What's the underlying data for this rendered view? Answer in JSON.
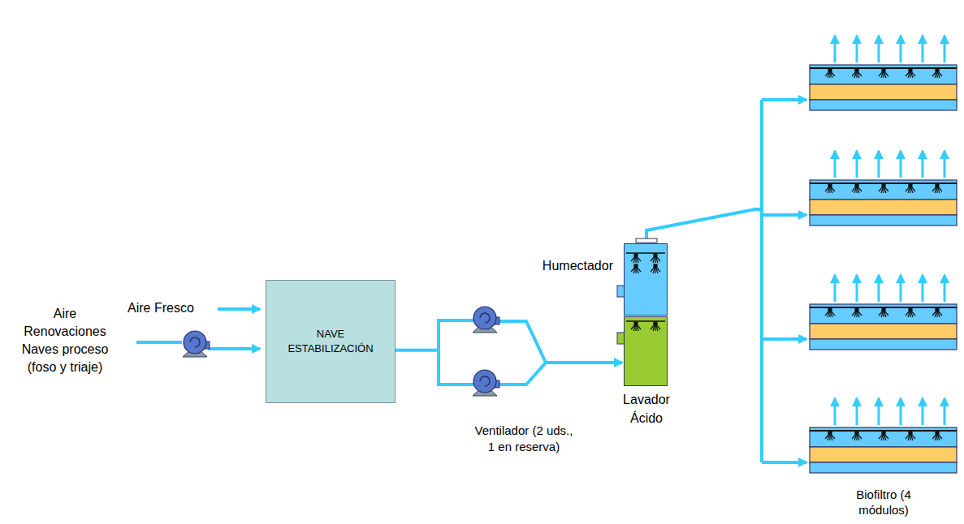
{
  "diagram": {
    "nodes": [
      {
        "text": [
          "NAVE ESTABILIZACIÓN"
        ]
      },
      {
        "text": [
          "Humectador"
        ]
      },
      {
        "text": [
          "Lavador Ácido"
        ]
      }
    ],
    "edges": [
      {
        "from": 0,
        "to": 2,
        "arrow": "to"
      }
    ],
    "labels": [
      "Aire Fresco",
      "Aire Renovaciones Naves proceso (foso y triaje)",
      "Ventilador (2 uds., 1 en reserva)",
      "Biofiltro (4 módulos)"
    ]
  }
}
